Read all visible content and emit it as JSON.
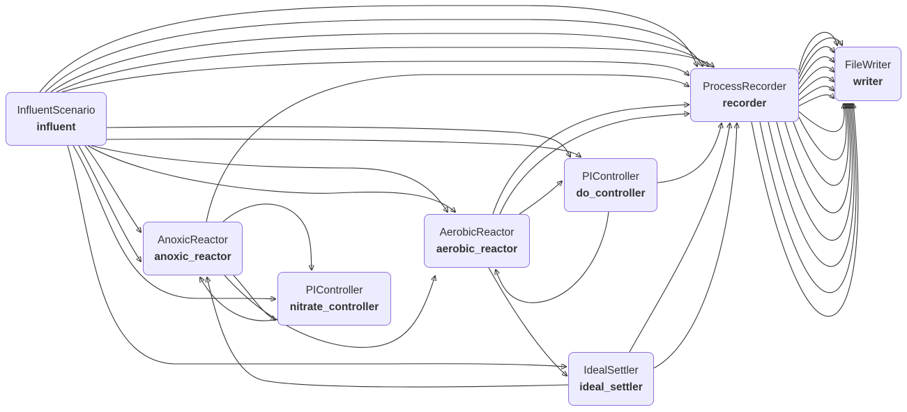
{
  "diagram": {
    "title": "process-flowsheet-diagram",
    "nodes": {
      "influent": {
        "type": "InfluentScenario",
        "name": "influent"
      },
      "anoxic": {
        "type": "AnoxicReactor",
        "name": "anoxic_reactor"
      },
      "nitrate": {
        "type": "PIController",
        "name": "nitrate_controller"
      },
      "aerobic": {
        "type": "AerobicReactor",
        "name": "aerobic_reactor"
      },
      "do": {
        "type": "PIController",
        "name": "do_controller"
      },
      "settler": {
        "type": "IdealSettler",
        "name": "ideal_settler"
      },
      "recorder": {
        "type": "ProcessRecorder",
        "name": "recorder"
      },
      "writer": {
        "type": "FileWriter",
        "name": "writer"
      }
    },
    "edges": [
      {
        "from": "influent",
        "to": "recorder"
      },
      {
        "from": "influent",
        "to": "recorder"
      },
      {
        "from": "influent",
        "to": "recorder"
      },
      {
        "from": "influent",
        "to": "recorder"
      },
      {
        "from": "influent",
        "to": "recorder"
      },
      {
        "from": "anoxic",
        "to": "recorder"
      },
      {
        "from": "influent",
        "to": "do"
      },
      {
        "from": "influent",
        "to": "do"
      },
      {
        "from": "influent",
        "to": "anoxic"
      },
      {
        "from": "influent",
        "to": "anoxic"
      },
      {
        "from": "influent",
        "to": "nitrate"
      },
      {
        "from": "influent",
        "to": "aerobic"
      },
      {
        "from": "influent",
        "to": "aerobic"
      },
      {
        "from": "influent",
        "to": "settler"
      },
      {
        "from": "anoxic",
        "to": "nitrate"
      },
      {
        "from": "anoxic",
        "to": "nitrate"
      },
      {
        "from": "anoxic",
        "to": "aerobic"
      },
      {
        "from": "nitrate",
        "to": "anoxic"
      },
      {
        "from": "settler",
        "to": "anoxic"
      },
      {
        "from": "aerobic",
        "to": "do"
      },
      {
        "from": "do",
        "to": "aerobic"
      },
      {
        "from": "aerobic",
        "to": "settler"
      },
      {
        "from": "aerobic",
        "to": "recorder"
      },
      {
        "from": "aerobic",
        "to": "recorder"
      },
      {
        "from": "settler",
        "to": "recorder"
      },
      {
        "from": "settler",
        "to": "recorder"
      },
      {
        "from": "do",
        "to": "recorder"
      },
      {
        "from": "recorder",
        "to": "writer"
      },
      {
        "from": "recorder",
        "to": "writer"
      },
      {
        "from": "recorder",
        "to": "writer"
      },
      {
        "from": "recorder",
        "to": "writer"
      },
      {
        "from": "recorder",
        "to": "writer"
      },
      {
        "from": "recorder",
        "to": "writer"
      },
      {
        "from": "recorder",
        "to": "writer"
      },
      {
        "from": "recorder",
        "to": "writer"
      },
      {
        "from": "recorder",
        "to": "writer"
      },
      {
        "from": "recorder",
        "to": "writer"
      },
      {
        "from": "recorder",
        "to": "writer"
      },
      {
        "from": "recorder",
        "to": "writer"
      },
      {
        "from": "recorder",
        "to": "writer"
      },
      {
        "from": "recorder",
        "to": "writer"
      },
      {
        "from": "recorder",
        "to": "writer"
      },
      {
        "from": "recorder",
        "to": "writer"
      }
    ]
  },
  "colors": {
    "background": "#FFFFFF",
    "node_fill": "#ECECFF",
    "node_border": "#9370DB",
    "edge": "#333333",
    "text": "#333333"
  }
}
